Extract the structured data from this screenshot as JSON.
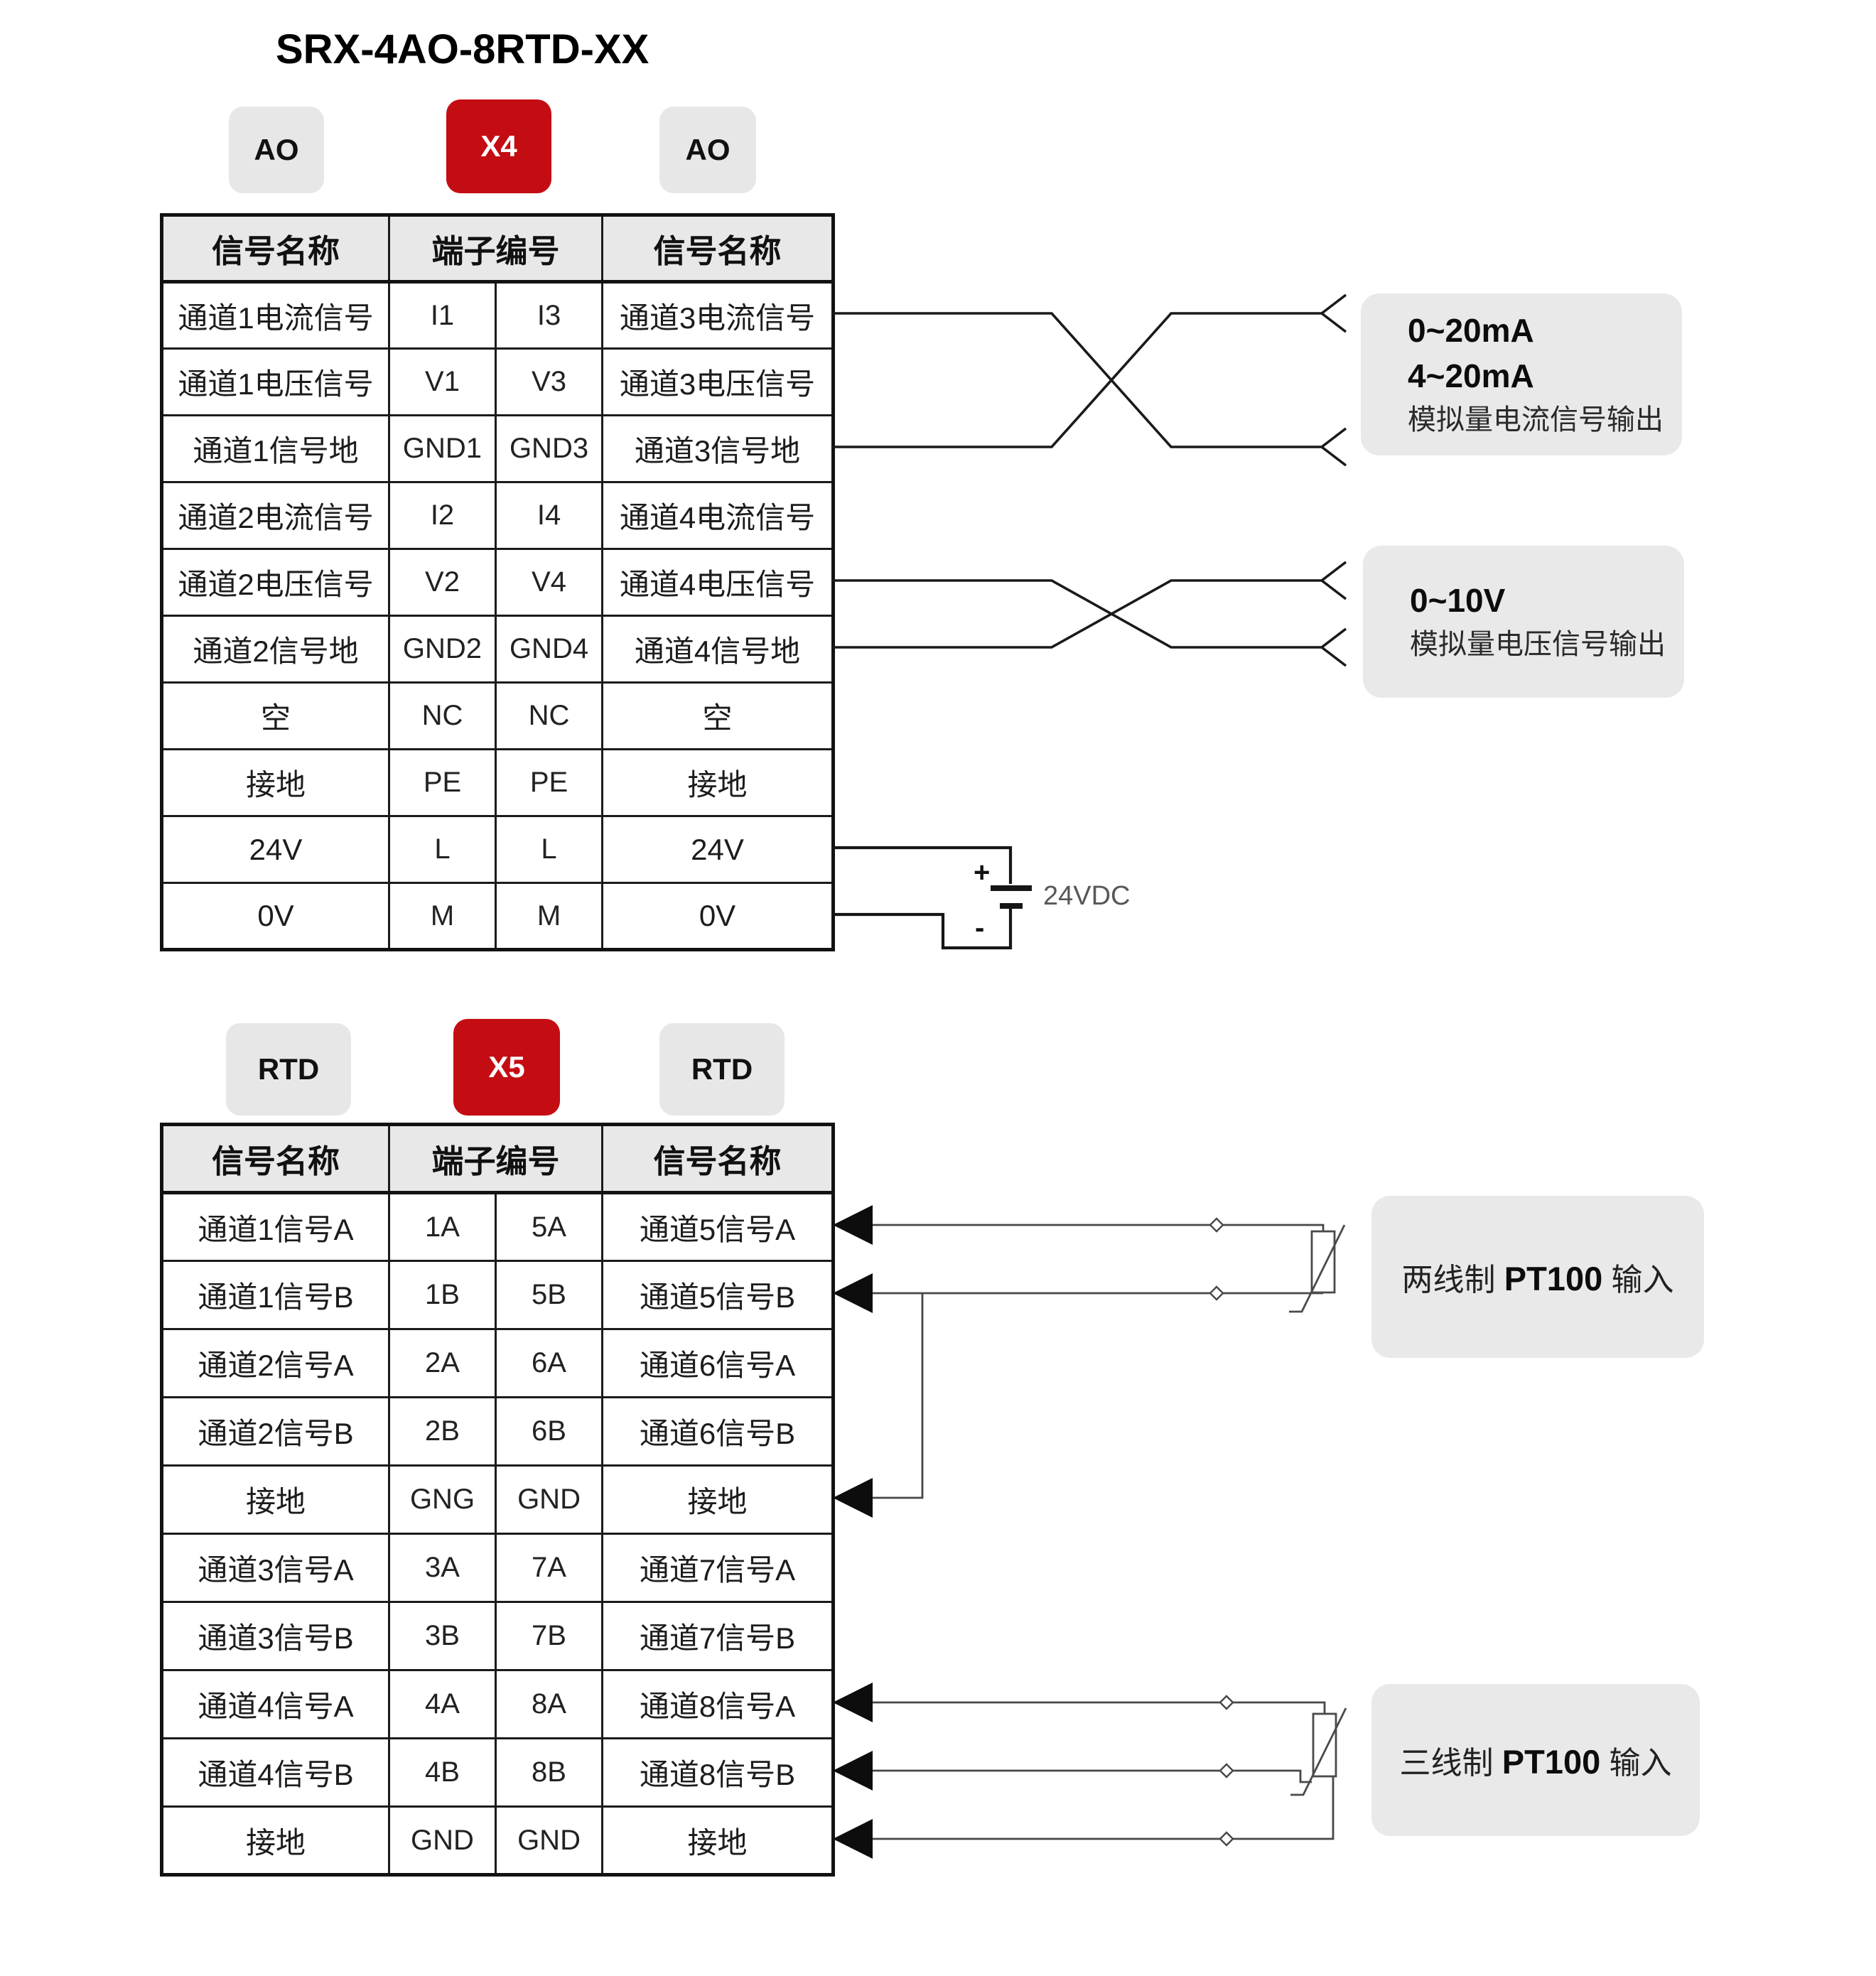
{
  "title": "SRX-4AO-8RTD-XX",
  "colors": {
    "badge_red": "#c40d12",
    "badge_gray": "#e7e7e7",
    "box_gray": "#e9e9e9",
    "header_gray": "#e8e8e8"
  },
  "ao": {
    "badges": [
      "AO",
      "X4",
      "AO"
    ],
    "header": [
      "信号名称",
      "端子编号",
      "信号名称"
    ],
    "rows": [
      [
        "通道1电流信号",
        "I1",
        "I3",
        "通道3电流信号"
      ],
      [
        "通道1电压信号",
        "V1",
        "V3",
        "通道3电压信号"
      ],
      [
        "通道1信号地",
        "GND1",
        "GND3",
        "通道3信号地"
      ],
      [
        "通道2电流信号",
        "I2",
        "I4",
        "通道4电流信号"
      ],
      [
        "通道2电压信号",
        "V2",
        "V4",
        "通道4电压信号"
      ],
      [
        "通道2信号地",
        "GND2",
        "GND4",
        "通道4信号地"
      ],
      [
        "空",
        "NC",
        "NC",
        "空"
      ],
      [
        "接地",
        "PE",
        "PE",
        "接地"
      ],
      [
        "24V",
        "L",
        "L",
        "24V"
      ],
      [
        "0V",
        "M",
        "M",
        "0V"
      ]
    ]
  },
  "rtd": {
    "badges": [
      "RTD",
      "X5",
      "RTD"
    ],
    "header": [
      "信号名称",
      "端子编号",
      "信号名称"
    ],
    "rows": [
      [
        "通道1信号A",
        "1A",
        "5A",
        "通道5信号A"
      ],
      [
        "通道1信号B",
        "1B",
        "5B",
        "通道5信号B"
      ],
      [
        "通道2信号A",
        "2A",
        "6A",
        "通道6信号A"
      ],
      [
        "通道2信号B",
        "2B",
        "6B",
        "通道6信号B"
      ],
      [
        "接地",
        "GNG",
        "GND",
        "接地"
      ],
      [
        "通道3信号A",
        "3A",
        "7A",
        "通道7信号A"
      ],
      [
        "通道3信号B",
        "3B",
        "7B",
        "通道7信号B"
      ],
      [
        "通道4信号A",
        "4A",
        "8A",
        "通道8信号A"
      ],
      [
        "通道4信号B",
        "4B",
        "8B",
        "通道8信号B"
      ],
      [
        "接地",
        "GND",
        "GND",
        "接地"
      ]
    ]
  },
  "annotations": {
    "current_output": {
      "line1": "0~20mA",
      "line2": "4~20mA",
      "line3": "模拟量电流信号输出"
    },
    "voltage_output": {
      "line1": "0~10V",
      "line2": "模拟量电压信号输出"
    },
    "pt100_2wire": {
      "prefix": "两线制",
      "bold": "PT100",
      "suffix": "输入"
    },
    "pt100_3wire": {
      "prefix": "三线制",
      "bold": "PT100",
      "suffix": "输入"
    },
    "battery": {
      "label": "24VDC",
      "plus": "+",
      "minus": "-"
    }
  }
}
